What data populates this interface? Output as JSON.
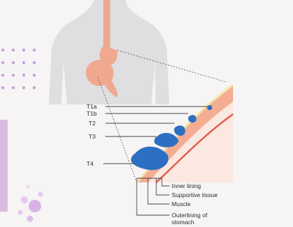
{
  "stages": [
    "T1a",
    "T1b",
    "T2",
    "T3",
    "T4"
  ],
  "layers": [
    "Inner lining",
    "Supportive tissue",
    "Muscle",
    "Outerlining of\nstomach"
  ],
  "colors": {
    "background": "#f7f4f5",
    "torso": "#dfdfe1",
    "organ": "#f0a98e",
    "wall_outer": "#f3ad93",
    "wall_inner": "#fbe8e0",
    "muscle_line": "#e05a4a",
    "lining": "#f6e6a6",
    "tumor": "#2d6fc2",
    "decor": "#c9a2d8"
  },
  "icons": [
    "dot-grid-icon",
    "bubbles-icon"
  ]
}
